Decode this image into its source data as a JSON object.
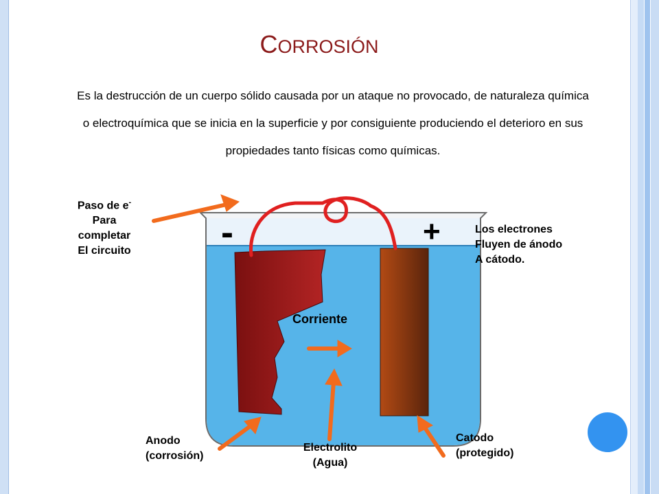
{
  "title": {
    "first": "C",
    "rest": "ORROSIÓN"
  },
  "intro": "Es la destrucción de un cuerpo sólido causada por un ataque no provocado, de naturaleza química o electroquímica que se inicia en la superficie y por consiguiente produciendo el deterioro en sus propiedades tanto físicas como químicas.",
  "labels": {
    "paso_line1": "Paso de e",
    "paso_sup": "-",
    "paso_line2": "Para",
    "paso_line3": "completar",
    "paso_line4": "El circuito",
    "flow_line1": "Los electrones",
    "flow_line2": "Fluyen de ánodo",
    "flow_line3": "A cátodo.",
    "minus": "-",
    "plus": "+",
    "corriente": "Corriente",
    "anodo_line1": "Anodo",
    "anodo_line2": "(corrosión)",
    "electrolito_line1": "Electrolito",
    "electrolito_line2": "(Agua)",
    "catodo_line1": "Catodo",
    "catodo_line2": "(protegido)"
  },
  "colors": {
    "title": "#8b1a1a",
    "arrow": "#f26b1d",
    "water": "#56b4e9",
    "anode": "#9b1c1c",
    "cathode": "#8b3a12",
    "wire": "#e02020"
  }
}
